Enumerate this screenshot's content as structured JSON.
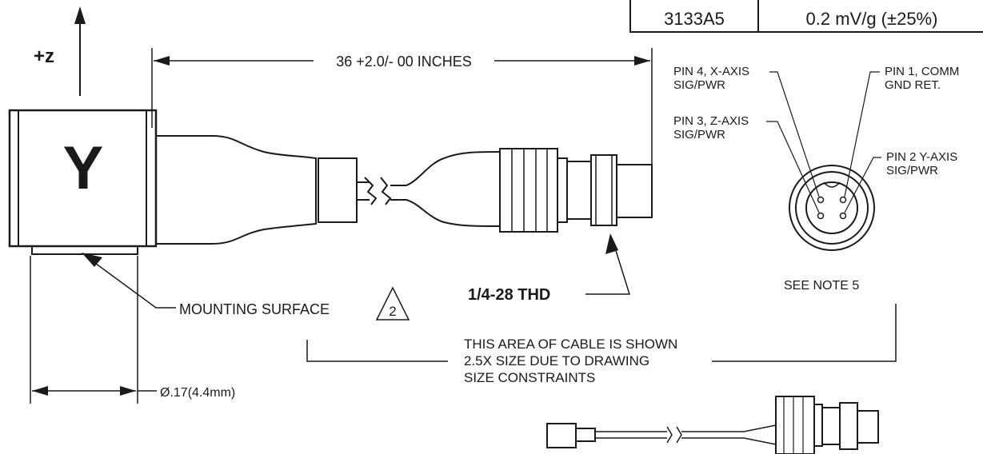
{
  "spec_table": {
    "model": "3133A5",
    "sensitivity": "0.2 mV/g (±25%)"
  },
  "axis": {
    "direction_label": "+z",
    "face_letter": "Y"
  },
  "dimensions": {
    "cable_length": "36 +2.0/- 00 INCHES",
    "diameter": "Ø.17(4.4mm)"
  },
  "callouts": {
    "mounting_surface": "MOUNTING SURFACE",
    "mounting_note_number": "2",
    "thread": "1/4-28 THD",
    "see_note": "SEE NOTE 5"
  },
  "pins": {
    "pin4": [
      "PIN 4, X-AXIS",
      "SIG/PWR"
    ],
    "pin3": [
      "PIN 3, Z-AXIS",
      "SIG/PWR"
    ],
    "pin1": [
      "PIN 1, COMM",
      "GND RET."
    ],
    "pin2": [
      "PIN 2 Y-AXIS",
      "SIG/PWR"
    ]
  },
  "cable_note": [
    "THIS AREA OF CABLE IS SHOWN",
    "2.5X SIZE DUE TO DRAWING",
    "SIZE CONSTRAINTS"
  ],
  "colors": {
    "ink": "#1a1a1a",
    "background": "#ffffff"
  }
}
